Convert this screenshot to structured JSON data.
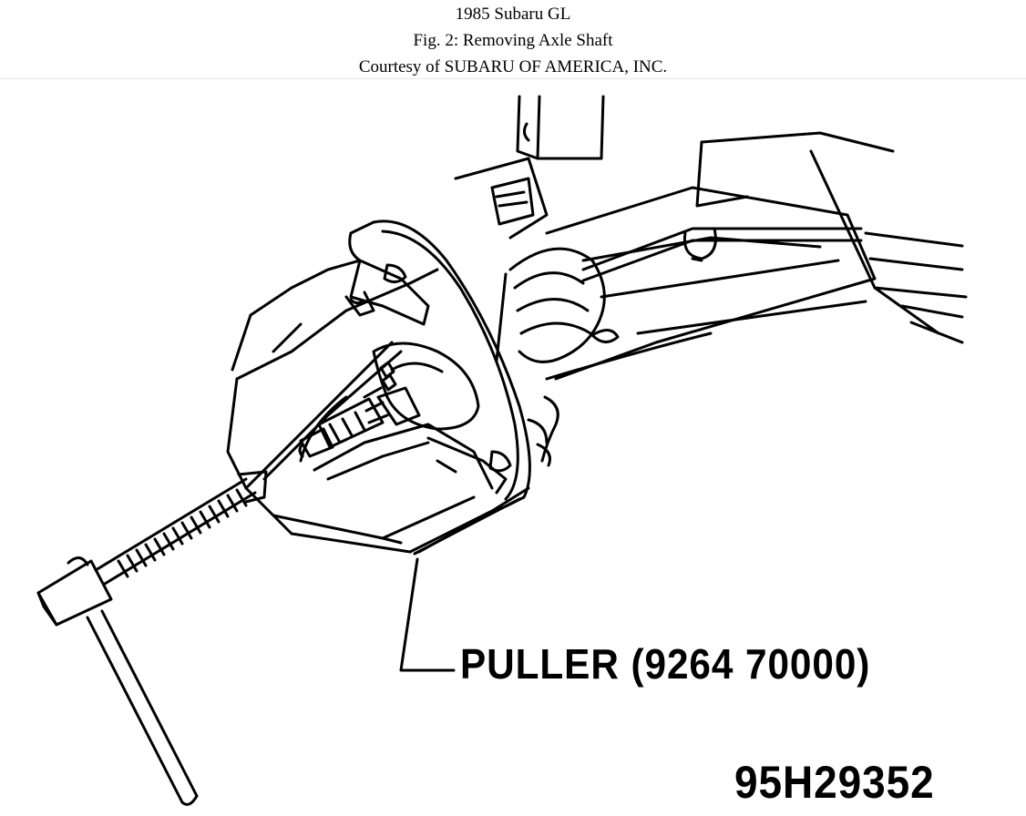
{
  "header": {
    "vehicle": "1985 Subaru GL",
    "figure_title": "Fig. 2: Removing Axle Shaft",
    "courtesy": "Courtesy of SUBARU OF AMERICA, INC."
  },
  "diagram": {
    "callout_label": "PULLER  (9264 70000)",
    "figure_id": "95H29352"
  },
  "colors": {
    "ink": "#000000",
    "paper": "#ffffff"
  }
}
